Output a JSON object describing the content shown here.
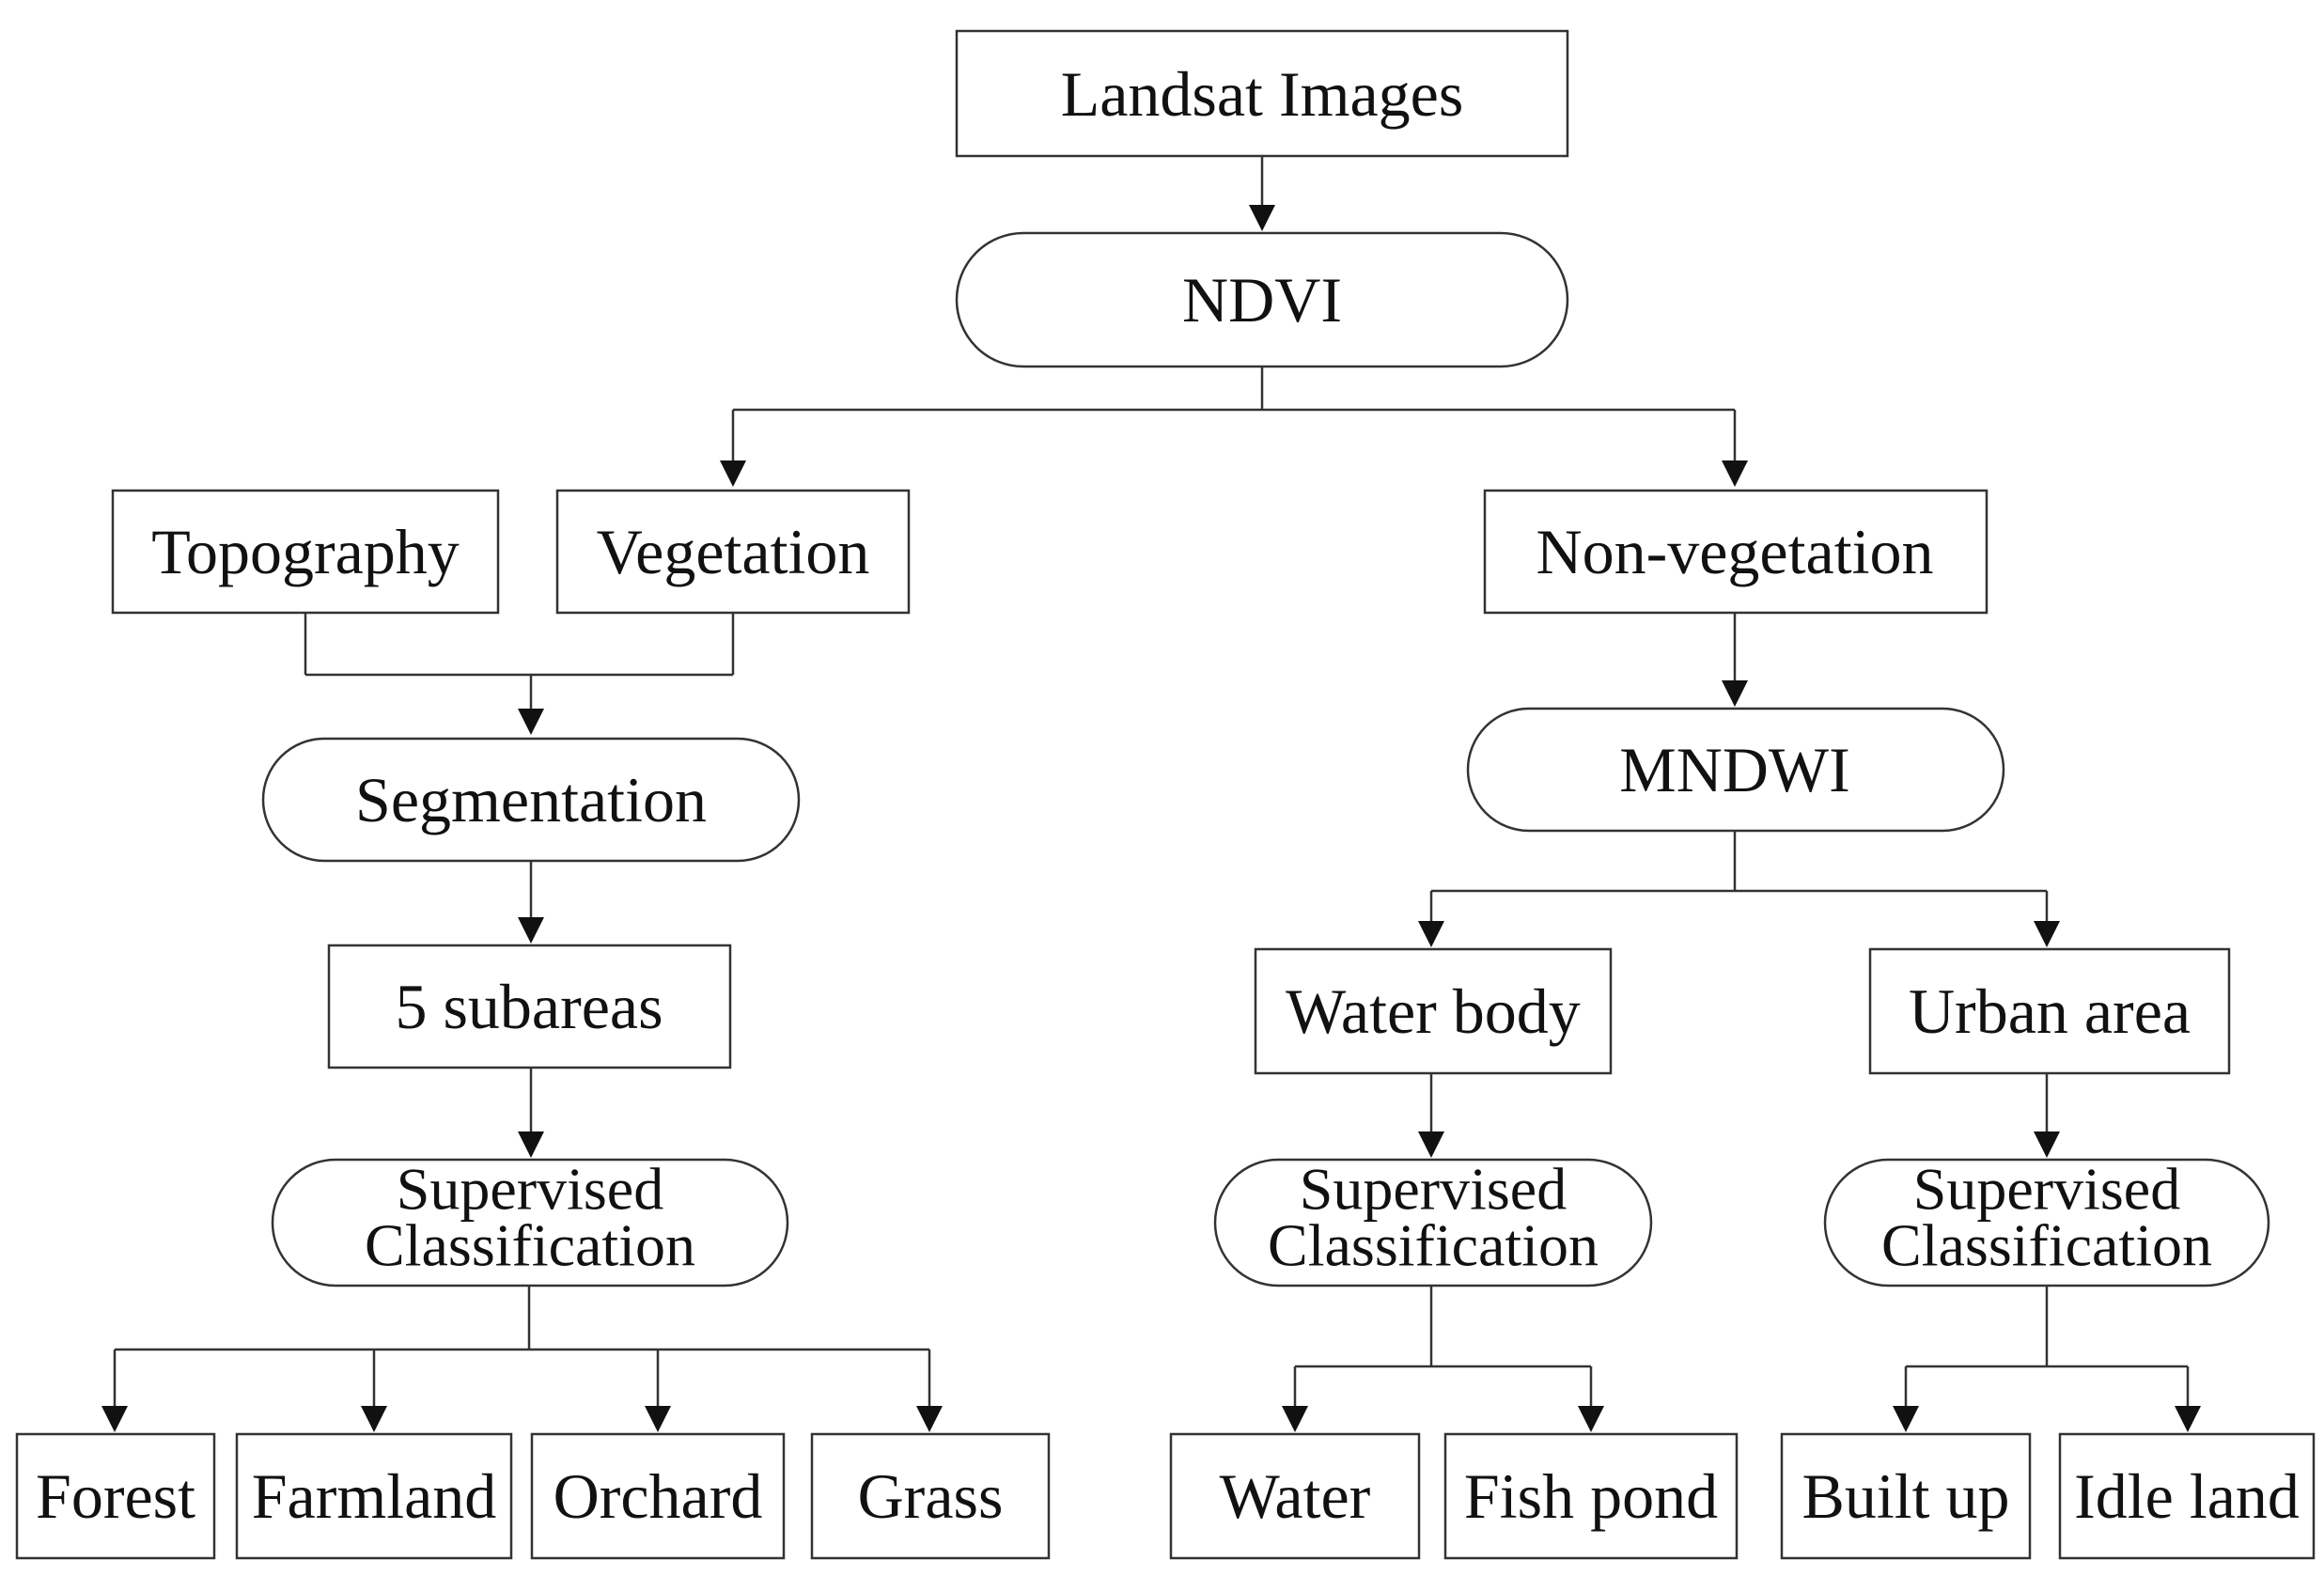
{
  "nodes": {
    "landsat": "Landsat Images",
    "ndvi": "NDVI",
    "topography": "Topography",
    "vegetation": "Vegetation",
    "non_vegetation": "Non-vegetation",
    "segmentation": "Segmentation",
    "mndwi": "MNDWI",
    "subareas": "5 subareas",
    "water_body": "Water body",
    "urban_area": "Urban area",
    "sup_class_left_1": "Supervised",
    "sup_class_left_2": "Classification",
    "sup_class_mid_1": "Supervised",
    "sup_class_mid_2": "Classification",
    "sup_class_right_1": "Supervised",
    "sup_class_right_2": "Classification",
    "forest": "Forest",
    "farmland": "Farmland",
    "orchard": "Orchard",
    "grass": "Grass",
    "water": "Water",
    "fish_pond": "Fish pond",
    "built_up": "Built up",
    "idle_land": "Idle land"
  }
}
